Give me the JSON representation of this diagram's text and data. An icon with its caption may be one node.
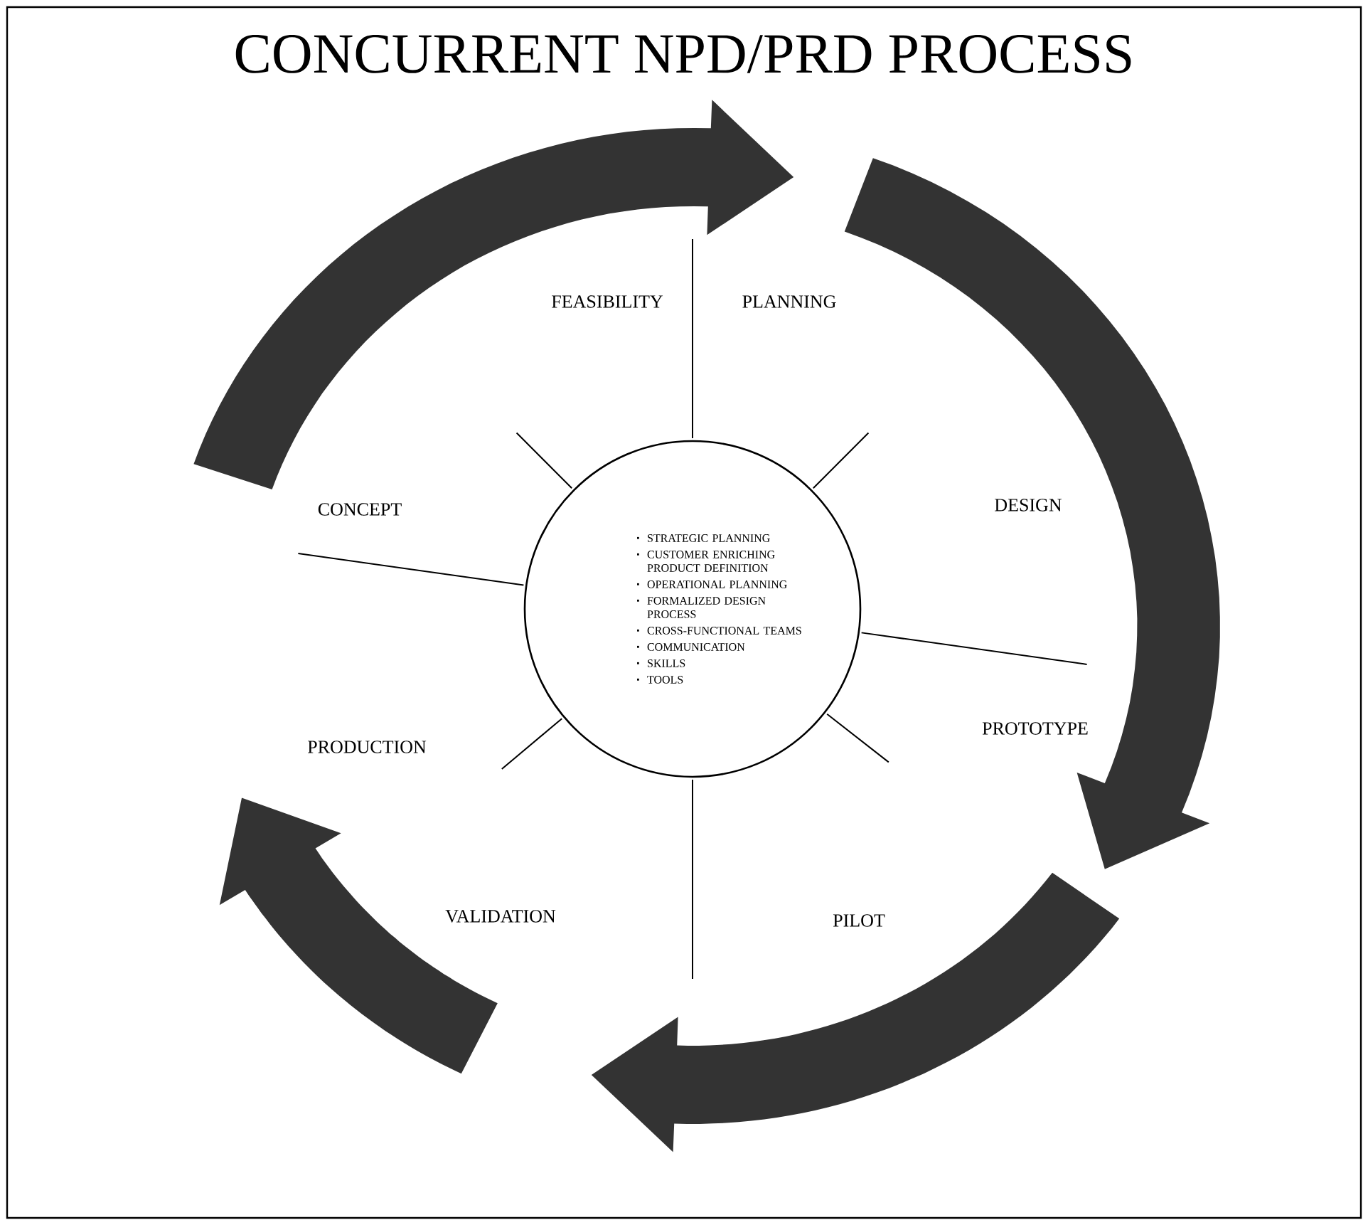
{
  "diagram": {
    "title": "CONCURRENT NPD/PRD PROCESS",
    "nodes": [
      {
        "text": [
          "STRATEGIC PLANNING",
          "CUSTOMER ENRICHING PRODUCT DEFINITION",
          "OPERATIONAL PLANNING",
          "FORMALIZED DESIGN PROCESS",
          "CROSS-FUNCTIONAL TEAMS",
          "COMMUNICATION",
          "SKILLS",
          "TOOLS"
        ]
      }
    ],
    "labels": [
      "FEASIBILITY",
      "PLANNING",
      "CONCEPT",
      "DESIGN",
      "PRODUCTION",
      "PROTOTYPE",
      "VALIDATION",
      "PILOT"
    ]
  }
}
